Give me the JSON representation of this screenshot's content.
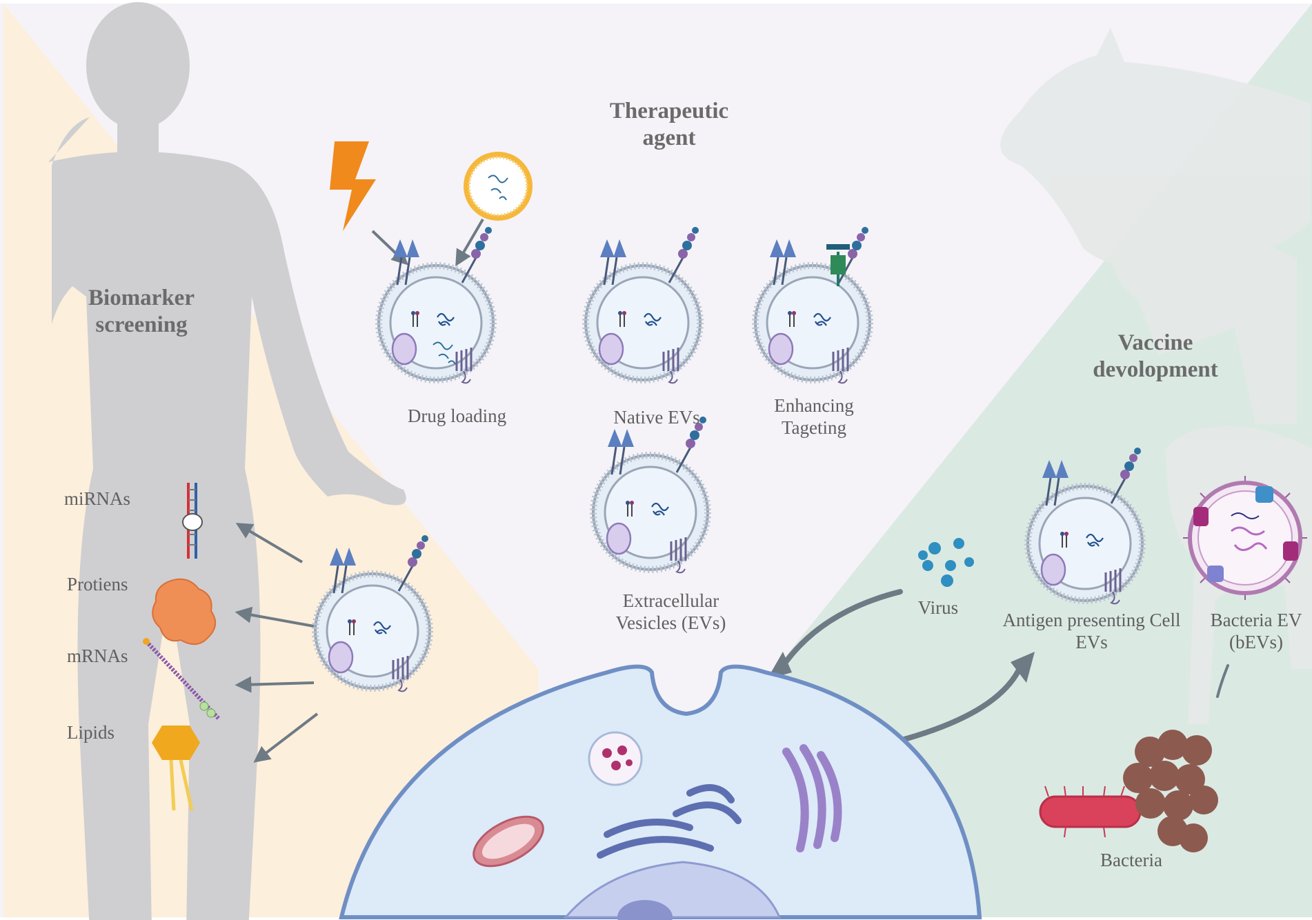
{
  "sections": {
    "therapeutic": [
      "Therapeutic",
      "agent"
    ],
    "biomarker": [
      "Biomarker",
      "screening"
    ],
    "vaccine": [
      "Vaccine",
      "devolopment"
    ]
  },
  "ev_labels": {
    "drug_loading": "Drug loading",
    "native": "Native EVs",
    "enhancing": [
      "Enhancing",
      "Tageting"
    ],
    "extracellular": [
      "Extracellular",
      "Vesicles (EVs)"
    ],
    "apc": [
      "Antigen presenting Cell",
      "EVs"
    ],
    "bacteria_ev": [
      "Bacteria EV",
      "(bEVs)"
    ]
  },
  "biomarkers": [
    "miRNAs",
    "Protiens",
    "mRNAs",
    "Lipids"
  ],
  "labels": {
    "virus": "Virus",
    "bacteria": "Bacteria"
  },
  "colors": {
    "left_panel": "#fcefdc",
    "center_panel": "#f5f3f8",
    "right_panel": "#dbe9e3",
    "silhouette": "#cfcfd1",
    "cell_fill": "#ddeaf8",
    "cell_stroke": "#6f8fc4",
    "arrow": "#6e7a84",
    "lightning": "#f08a1c",
    "liposome": "#f2a51e"
  }
}
